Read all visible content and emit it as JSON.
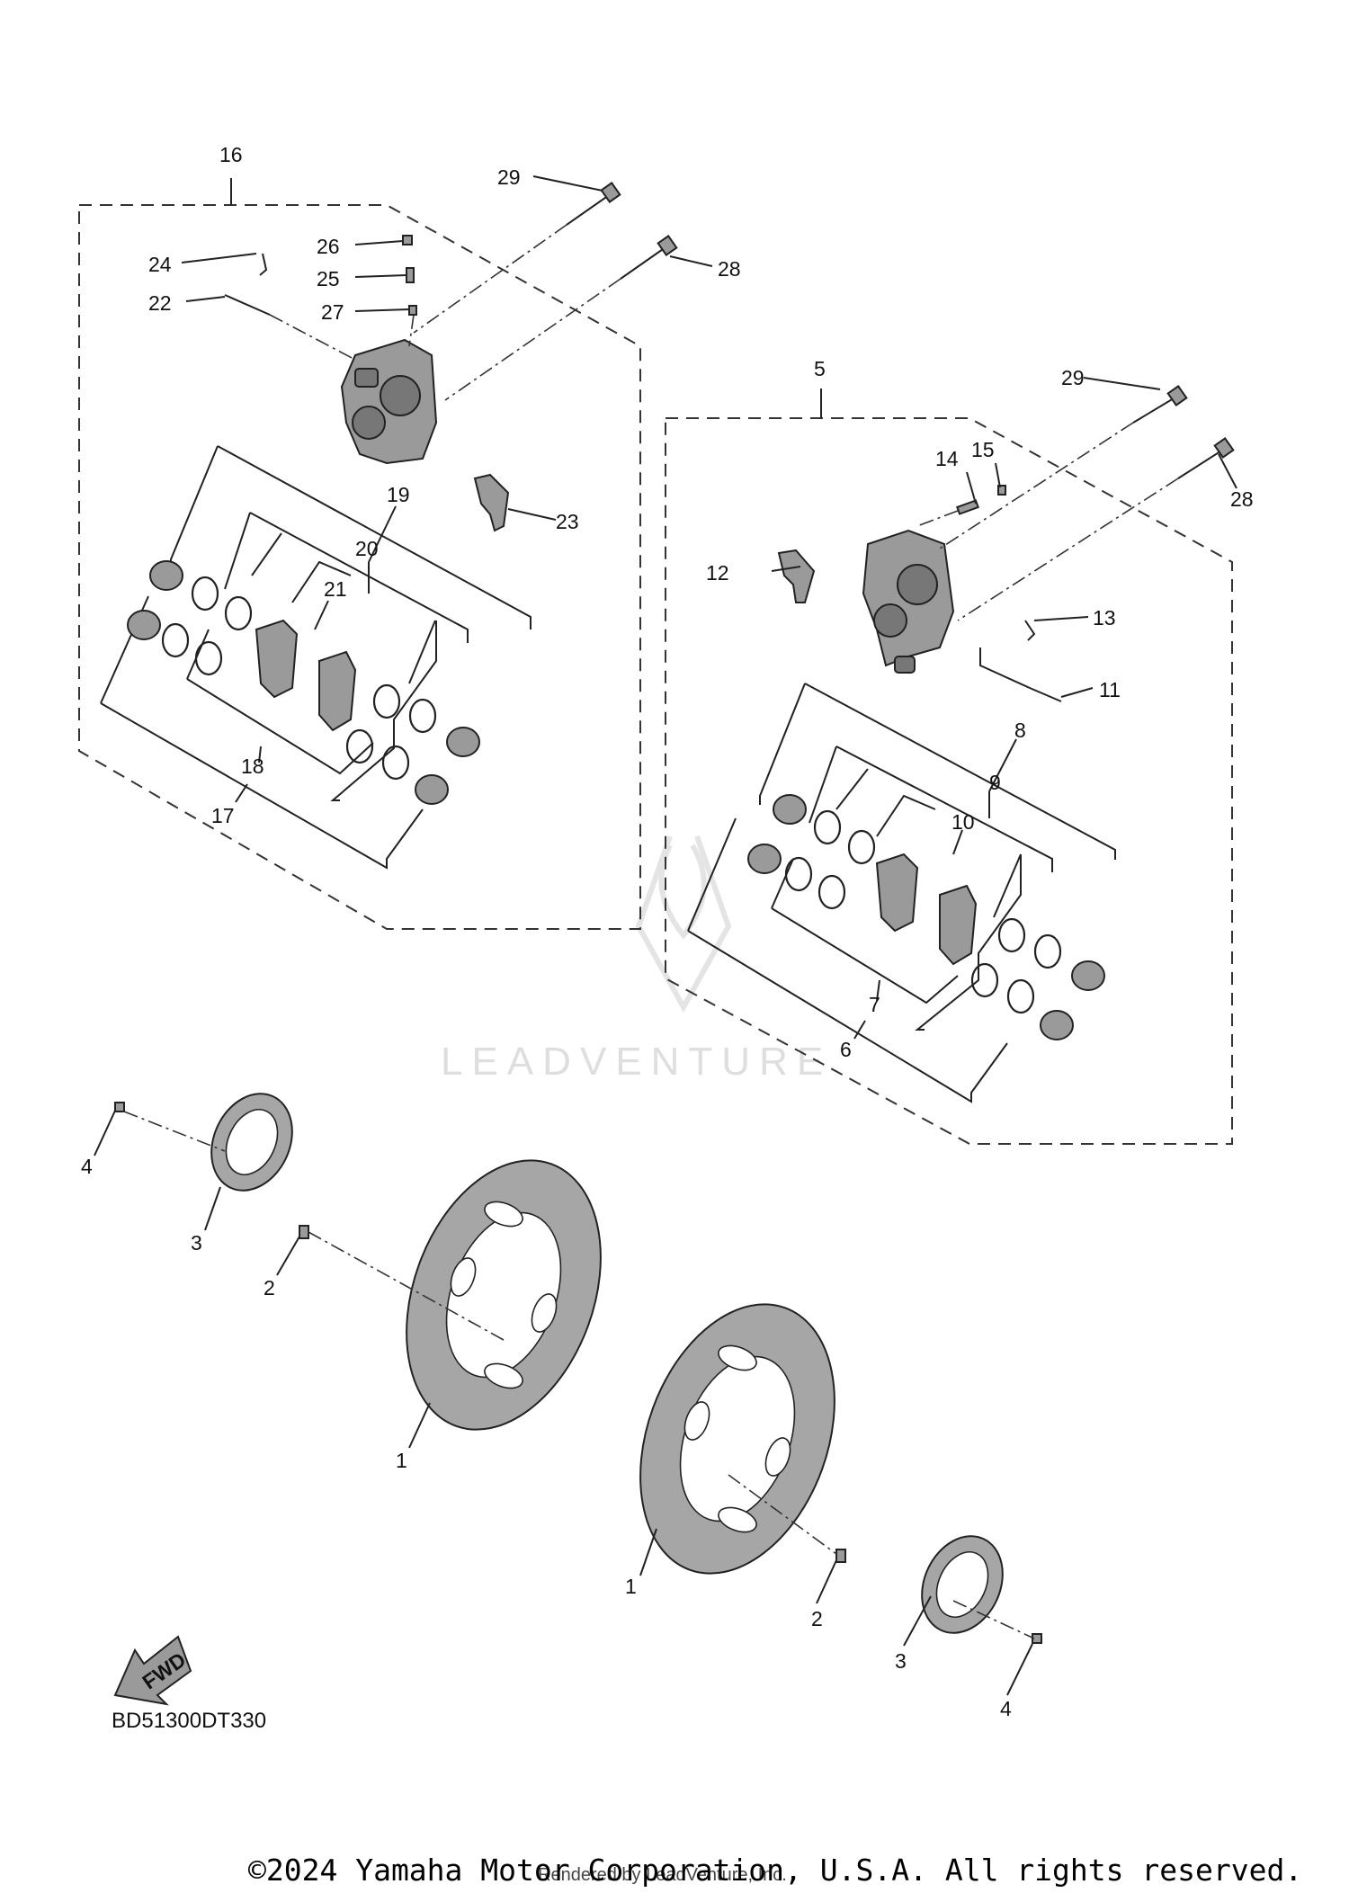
{
  "watermark": {
    "text": "LEADVENTURE"
  },
  "diagram_code": "BD51300DT330",
  "fwd_label": "FWD",
  "copyright": "©2024 Yamaha Motor Corporation, U.S.A. All rights reserved.",
  "rendered_by": "Rendered by LeadVenture, Inc.",
  "callouts": {
    "c1a": "1",
    "c1b": "1",
    "c2a": "2",
    "c2b": "2",
    "c3a": "3",
    "c3b": "3",
    "c4a": "4",
    "c4b": "4",
    "c5": "5",
    "c6": "6",
    "c7": "7",
    "c8": "8",
    "c9": "9",
    "c10": "10",
    "c11": "11",
    "c12": "12",
    "c13": "13",
    "c14": "14",
    "c15": "15",
    "c16": "16",
    "c17": "17",
    "c18": "18",
    "c19": "19",
    "c20": "20",
    "c21": "21",
    "c22": "22",
    "c23": "23",
    "c24": "24",
    "c25": "25",
    "c26": "26",
    "c27": "27",
    "c28a": "28",
    "c28b": "28",
    "c29a": "29",
    "c29b": "29"
  }
}
